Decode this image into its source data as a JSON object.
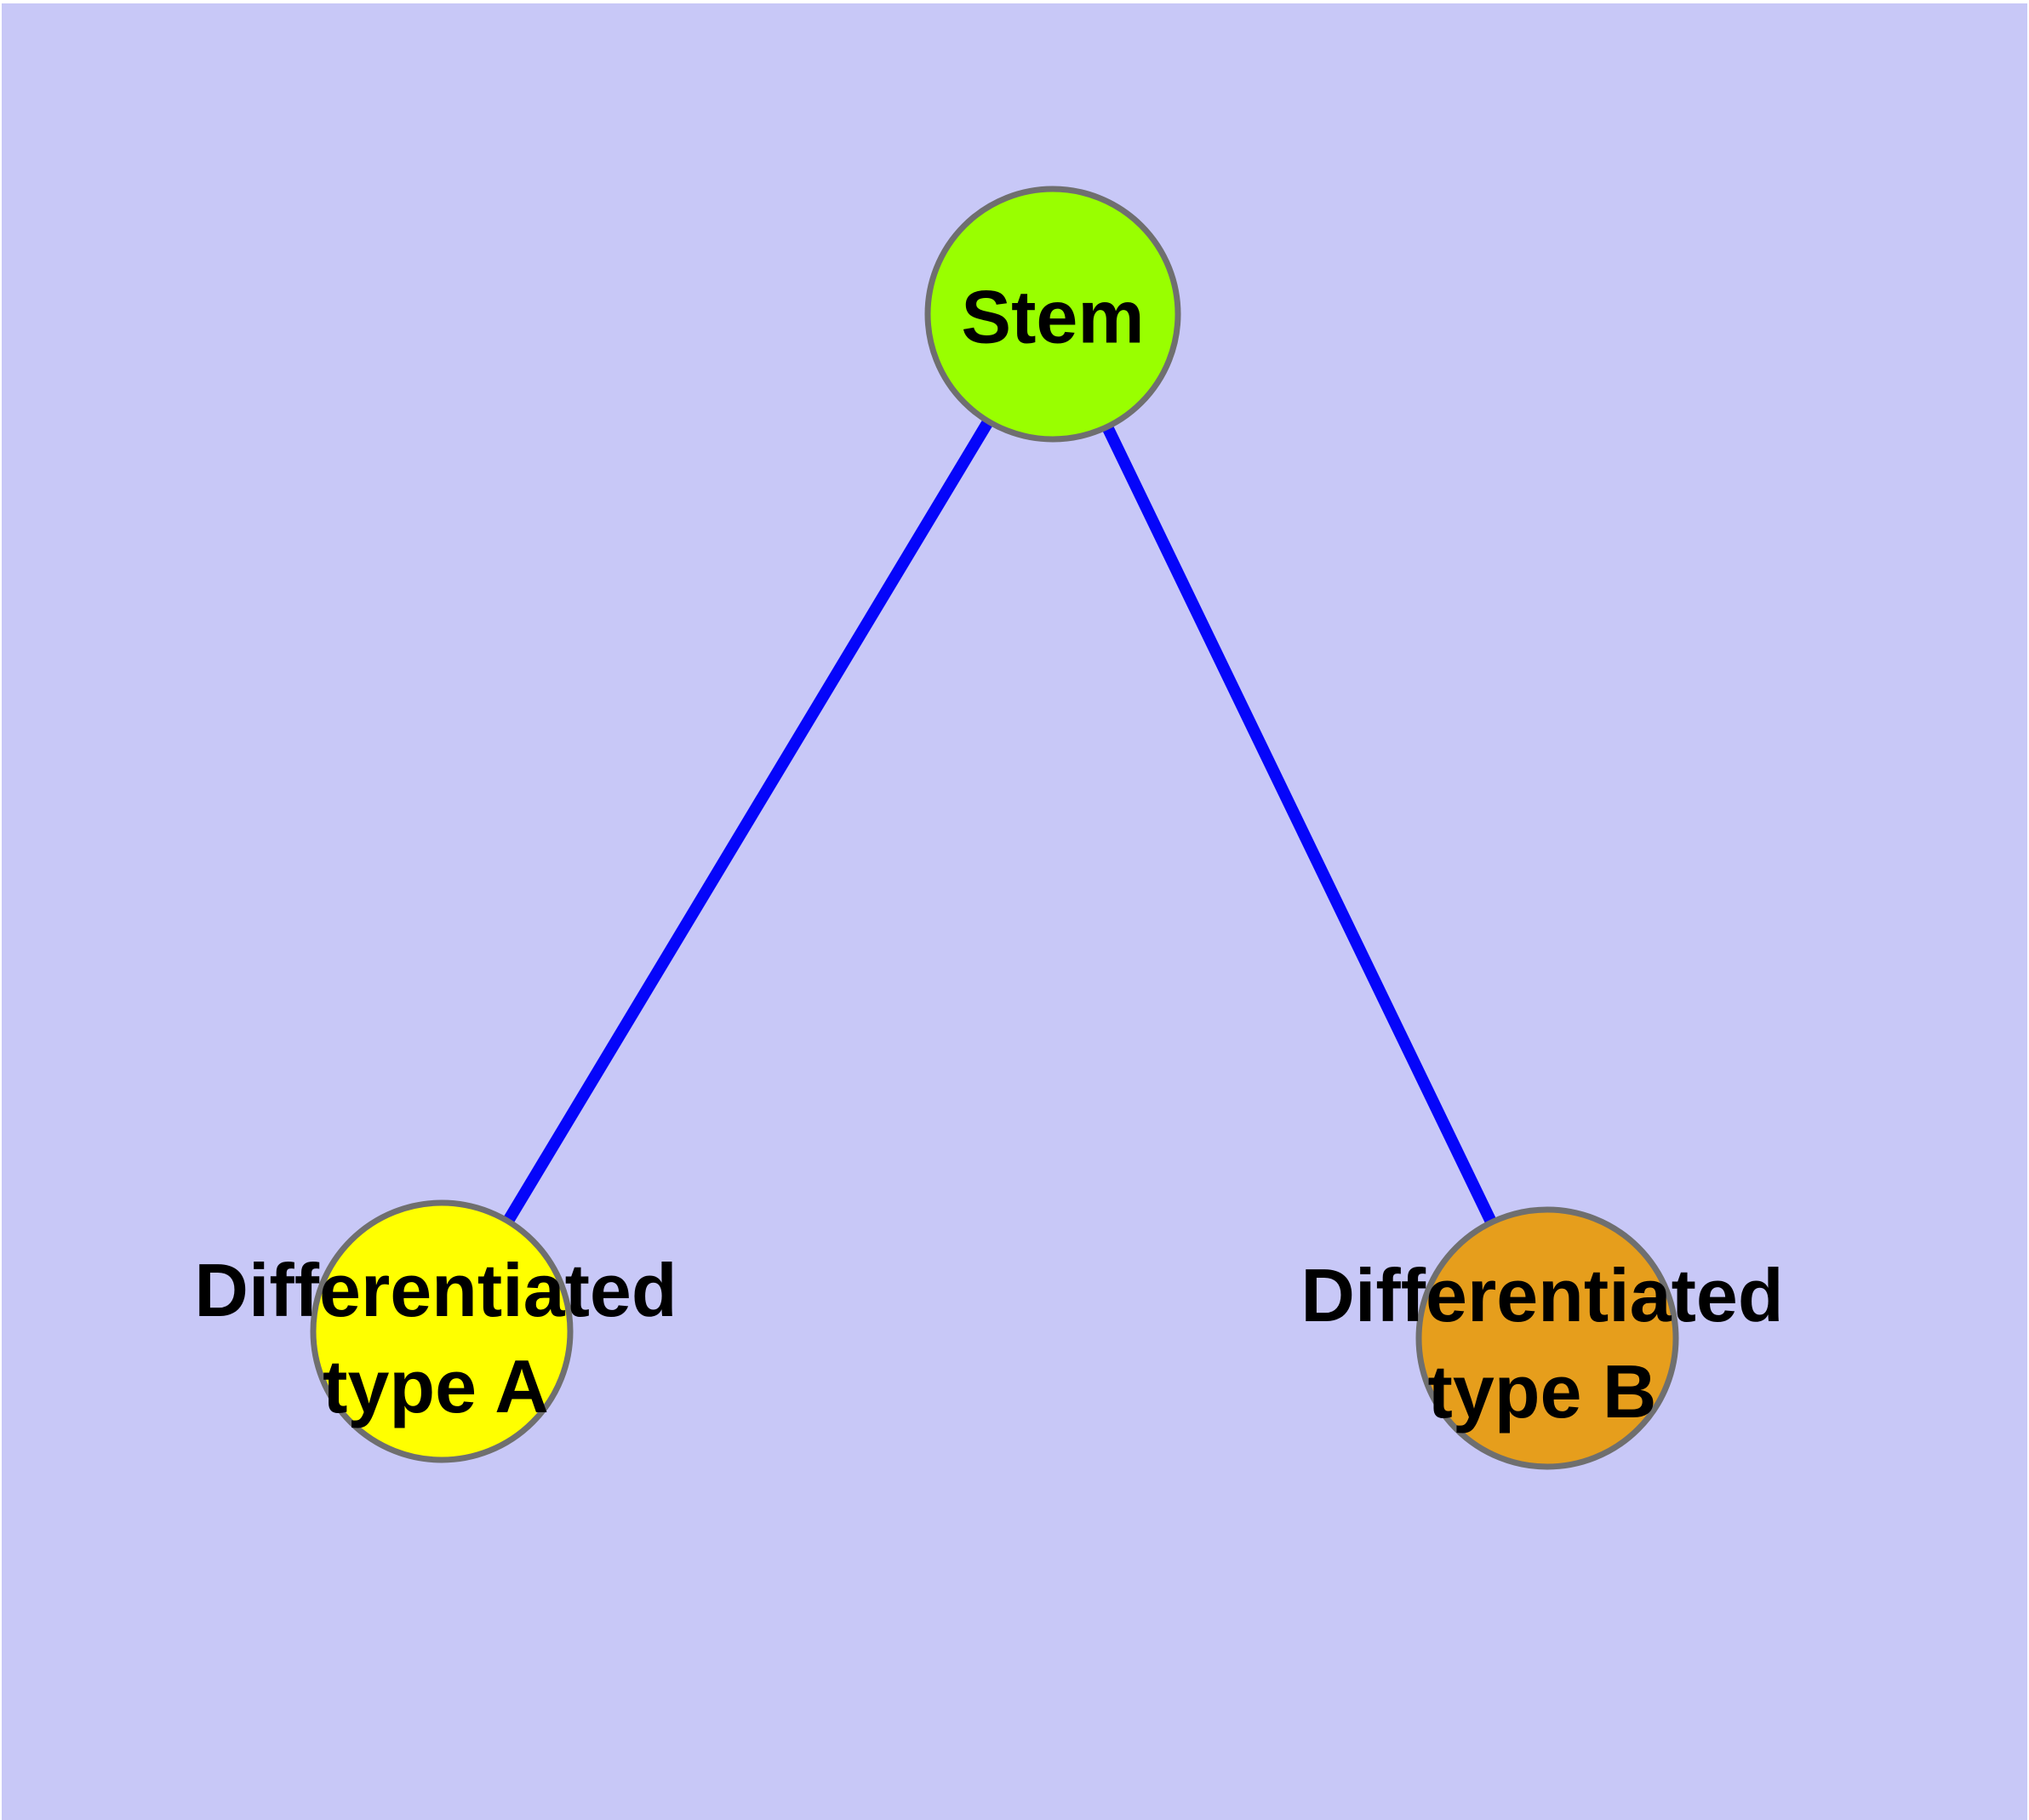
{
  "diagram": {
    "type": "node-link-graph",
    "colors": {
      "background": "#C8C8F7",
      "edge": "#0505FA",
      "node_border": "#6F6F6F",
      "label_text": "#000000"
    },
    "nodes": [
      {
        "id": "stem",
        "label": "Stem",
        "label_lines": [
          "Stem"
        ],
        "fill": "#99FF00"
      },
      {
        "id": "type-a",
        "label": "Differentiated type A",
        "label_lines": [
          "Differentiated",
          "type A"
        ],
        "fill": "#FFFF00"
      },
      {
        "id": "type-b",
        "label": "Differentiated type B",
        "label_lines": [
          "Differentiated",
          "type B"
        ],
        "fill": "#E69E1C"
      }
    ],
    "edges": [
      {
        "from": "Stem",
        "to": "Differentiated type A"
      },
      {
        "from": "Stem",
        "to": "Differentiated type B"
      }
    ]
  }
}
